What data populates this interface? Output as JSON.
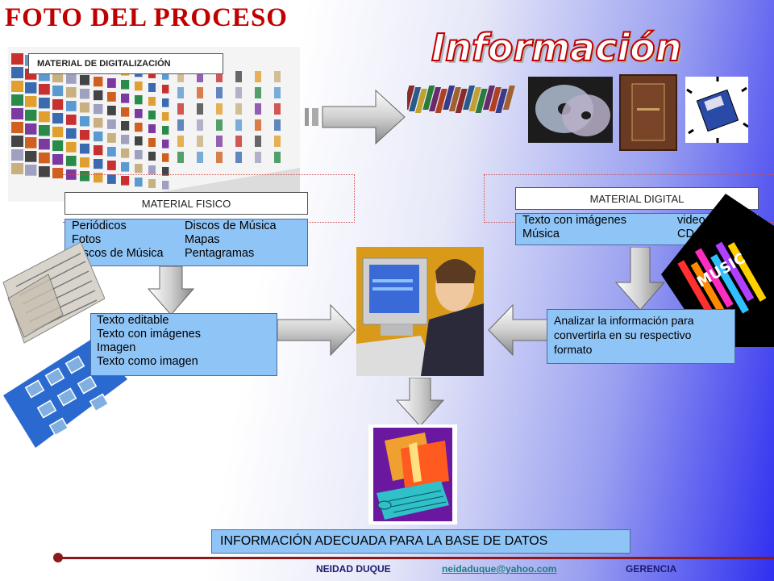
{
  "header": {
    "title": "FOTO DEL PROCESO",
    "info_title": "Información"
  },
  "labels": {
    "digitalizacion": "MATERIAL  DE DIGITALIZACIÓN",
    "fisico": "MATERIAL FISICO",
    "digital": "MATERIAL DIGITAL"
  },
  "fisico_items": {
    "r1c1": "Periódicos",
    "r1c2": "Discos de Música",
    "r2c1": "Fotos",
    "r2c2": "Mapas",
    "r3c1": "Discos de Música",
    "r3c2": "Pentagramas"
  },
  "digital_items": {
    "r1c1": "Texto con imágenes",
    "r1c2": "video",
    "r2c1": "Música",
    "r2c2": "CD-ROM"
  },
  "output_items": [
    "Texto editable",
    "Texto con imágenes",
    "Imagen",
    "Texto como imagen"
  ],
  "analizar": "Analizar la información para convertirla en su respectivo formato",
  "resultado": "INFORMACIÓN ADECUADA PARA LA BASE DE DATOS",
  "footer": {
    "name": "NEIDAD DUQUE",
    "email": "neidaduque@yahoo.com",
    "role": "GERENCIA"
  },
  "colors": {
    "title_red": "#c00000",
    "box_blue": "#8fc4f6",
    "footer_line": "#8b1a1a"
  }
}
